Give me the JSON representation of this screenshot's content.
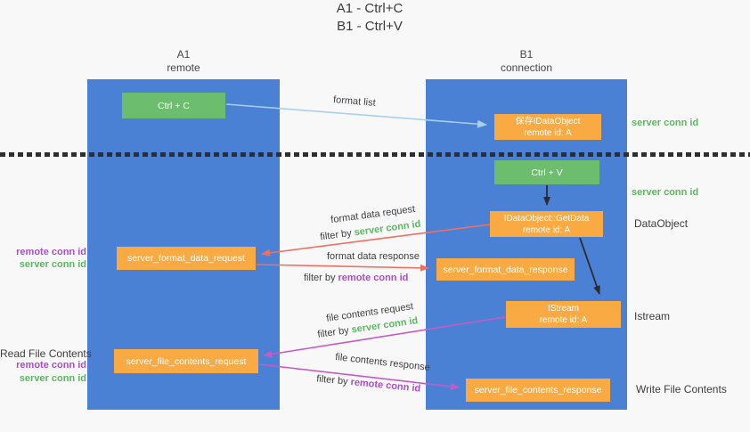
{
  "title": {
    "line1": "A1 - Ctrl+C",
    "line2": "B1 - Ctrl+V"
  },
  "lanes": {
    "left": {
      "title": "A1",
      "subtitle": "remote"
    },
    "right": {
      "title": "B1",
      "subtitle": "connection"
    }
  },
  "nodes": {
    "ctrl_c": {
      "label": "Ctrl + C"
    },
    "save_idataobject": {
      "line1": "保存IDataObject",
      "line2": "remote id: A"
    },
    "ctrl_v": {
      "label": "Ctrl + V"
    },
    "getdata": {
      "line1": "IDataObject::GetData",
      "line2": "remote id: A"
    },
    "format_request": {
      "label": "server_format_data_request"
    },
    "format_response": {
      "label": "server_format_data_response"
    },
    "istream": {
      "line1": "IStream",
      "line2": "remote id: A"
    },
    "file_request": {
      "label": "server_file_contents_request"
    },
    "file_response": {
      "label": "server_file_contents_response"
    }
  },
  "arrows": {
    "format_list": {
      "label": "format list"
    },
    "format_data_request": {
      "label": "format data request",
      "filter_prefix": "filter by ",
      "filter_id": "server conn id"
    },
    "format_data_response": {
      "label": "format data response",
      "filter_prefix": "filter by ",
      "filter_id": "remote conn id"
    },
    "file_contents_request": {
      "label": "file contents request",
      "filter_prefix": "filter by ",
      "filter_id": "server conn id"
    },
    "file_contents_response": {
      "label": "file contents response",
      "filter_prefix": "filter by ",
      "filter_id": "remote conn id"
    }
  },
  "annotations": {
    "server_conn_id_top": "server conn id",
    "server_conn_id_mid": "server conn id",
    "dataobject": "DataObject",
    "istream": "Istream",
    "write_file_contents": "Write File Contents",
    "read_file_contents": "Read File Contents",
    "left_remote_conn_id_1": "remote conn id",
    "left_server_conn_id_1": "server conn id",
    "left_remote_conn_id_2": "remote conn id",
    "left_server_conn_id_2": "server conn id"
  },
  "colors": {
    "lane_blue": "#4a81d4",
    "box_green": "#6cbe6e",
    "box_orange": "#f9aa42",
    "arrow_lightblue": "#a6d0ea",
    "arrow_red": "#ee7061",
    "arrow_magenta": "#c55bc5",
    "arrow_black": "#2b2b2b",
    "text_green": "#5cb85f",
    "text_purple": "#ab4fc9",
    "text_dark": "#3d3d3d",
    "background": "#f8f8f9"
  }
}
